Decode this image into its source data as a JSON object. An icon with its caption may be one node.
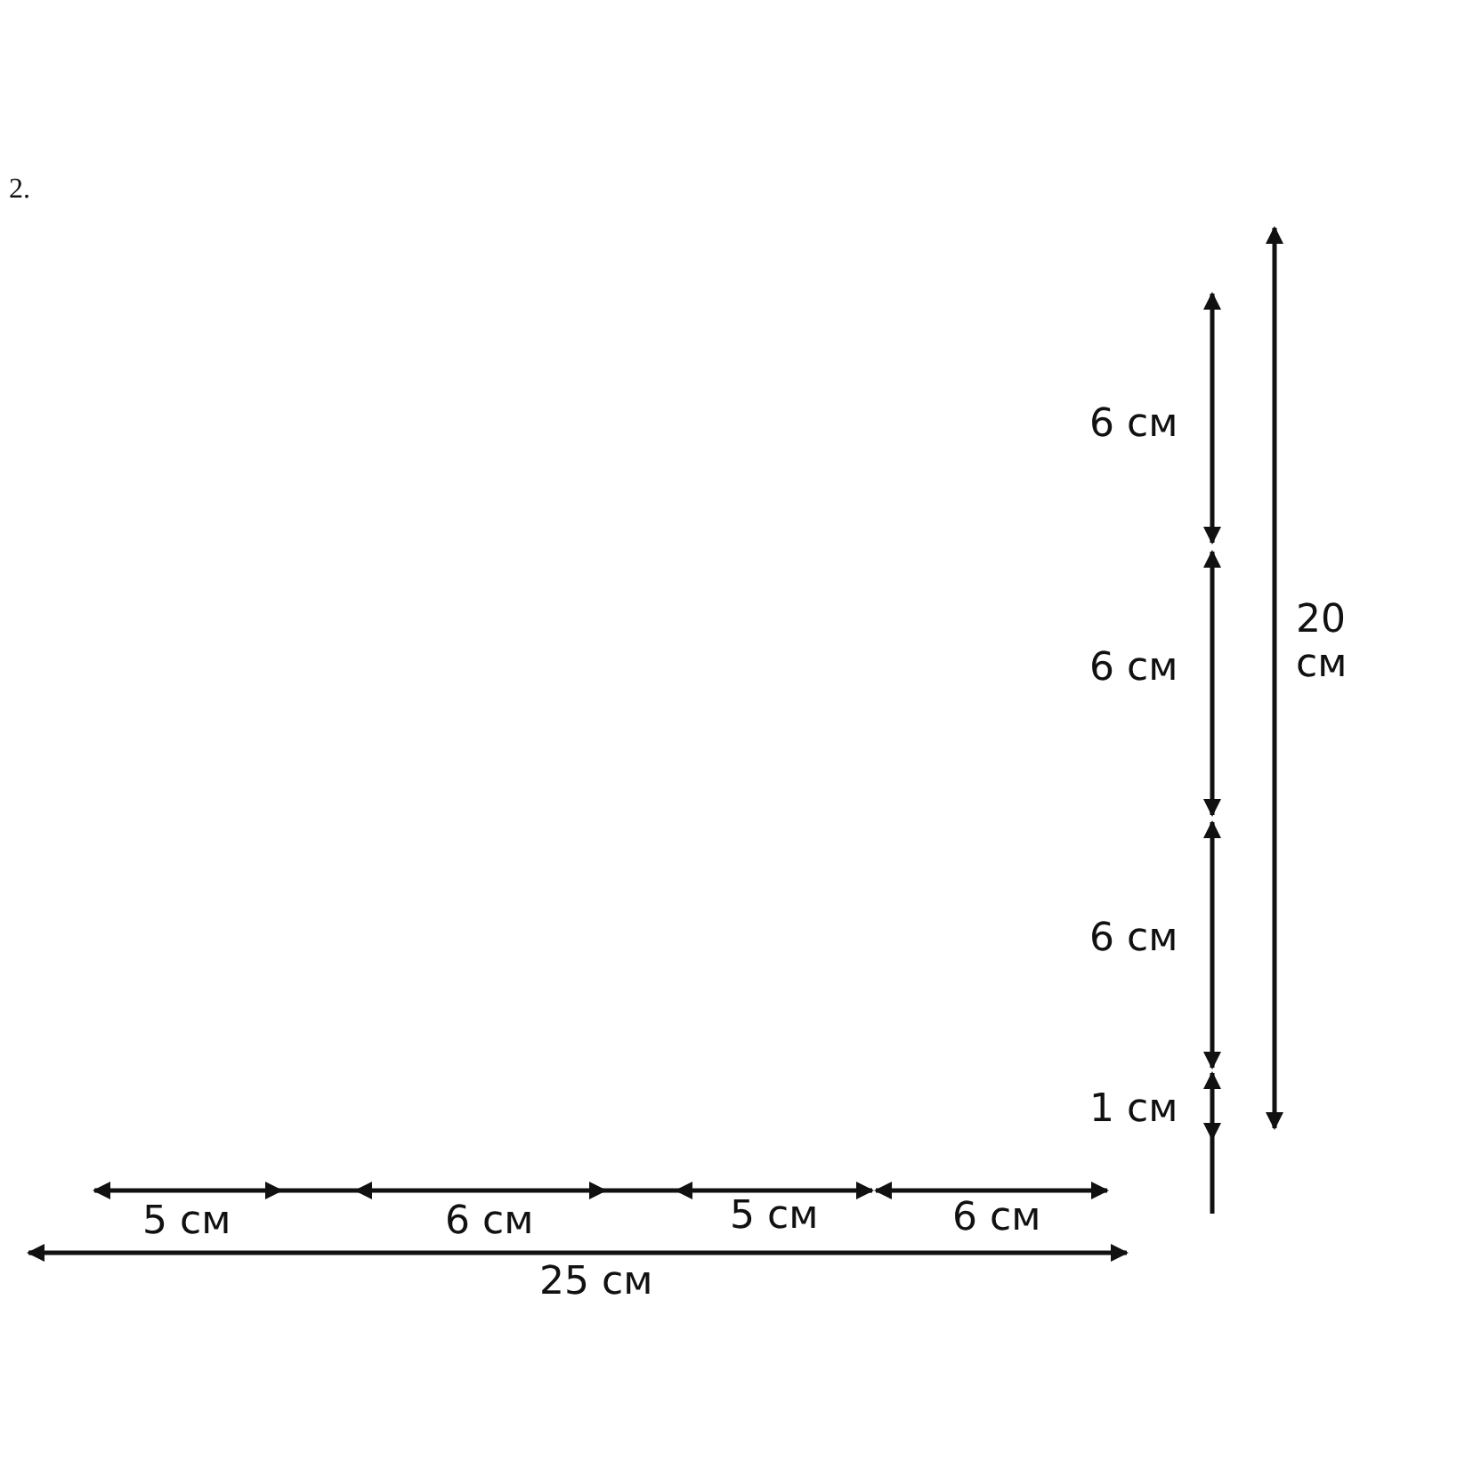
{
  "diagram": {
    "labels": [
      "2.",
      "6 см",
      "20 см",
      "6 см",
      "6 см",
      "1 см",
      "5 см",
      "6 см",
      "5 см",
      "6 см",
      "25 см"
    ]
  }
}
